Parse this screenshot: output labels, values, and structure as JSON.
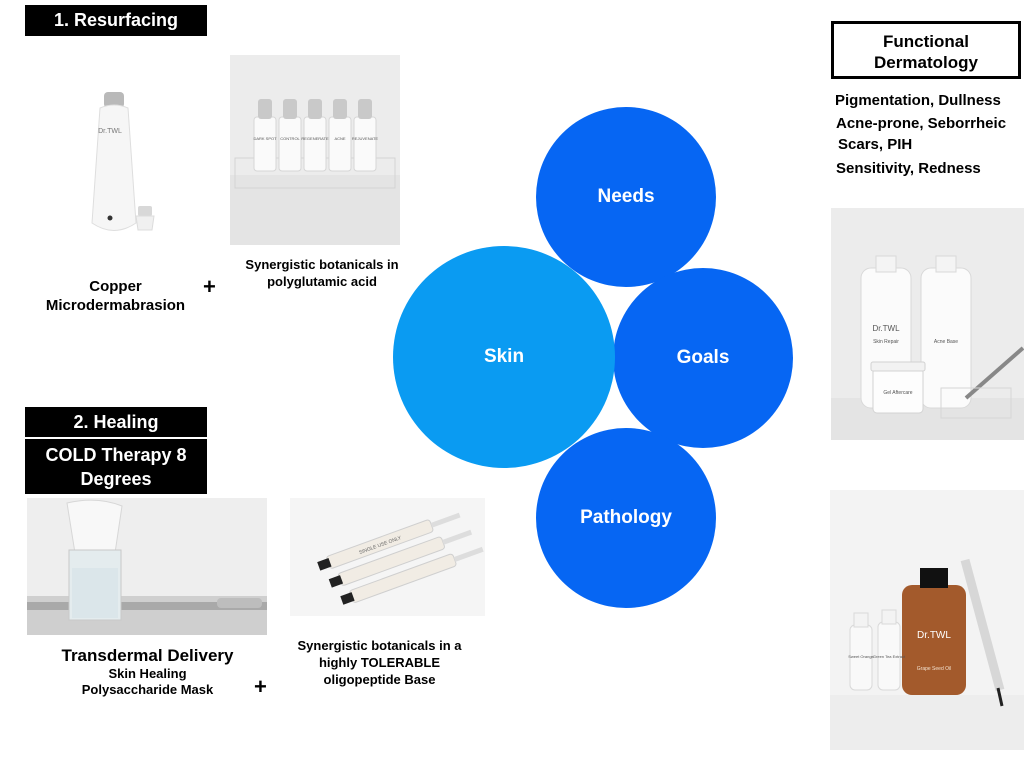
{
  "section1": {
    "title": "1. Resurfacing"
  },
  "section2": {
    "title": "2. Healing",
    "subtitle": "COLD Therapy 8 Degrees"
  },
  "products": {
    "copper": "Copper Microdermabrasion",
    "botanicals_pga": "Synergistic botanicals in polyglutamic acid",
    "transdermal": "Transdermal Delivery",
    "mask": "Skin Healing Polysaccharide Mask",
    "botanicals_oligo": "Synergistic botanicals in a highly TOLERABLE oligopeptide Base",
    "plus": "+"
  },
  "functional": {
    "title": "Functional Dermatology",
    "items": [
      "Pigmentation, Dullness",
      "Acne-prone, Seborrheic",
      "Scars, PIH",
      "Sensitivity, Redness"
    ]
  },
  "diagram": {
    "skin": "Skin",
    "needs": "Needs",
    "goals": "Goals",
    "pathology": "Pathology"
  },
  "photo_labels": {
    "pen_brand": "Dr.TWL",
    "vial_labels": [
      "DARK SPOT",
      "CONTROL",
      "REGENERATE",
      "ACNE",
      "REJUVENATE"
    ],
    "syringe_label": "SINGLE USE ONLY",
    "bottle_brand": "Dr.TWL",
    "bottle_label_1": "Skin Repair",
    "bottle_label_2": "Acne Base",
    "jar_label": "Gel Aftercare",
    "amber_brand": "Dr.TWL",
    "amber_label": "Grape Seed Oil",
    "small_1": "Sweet Orange",
    "small_2": "Green Tea Extract"
  },
  "colors": {
    "circle_light": "#0a9bf2",
    "circle_dark": "#0666f3",
    "bar": "#000000"
  }
}
